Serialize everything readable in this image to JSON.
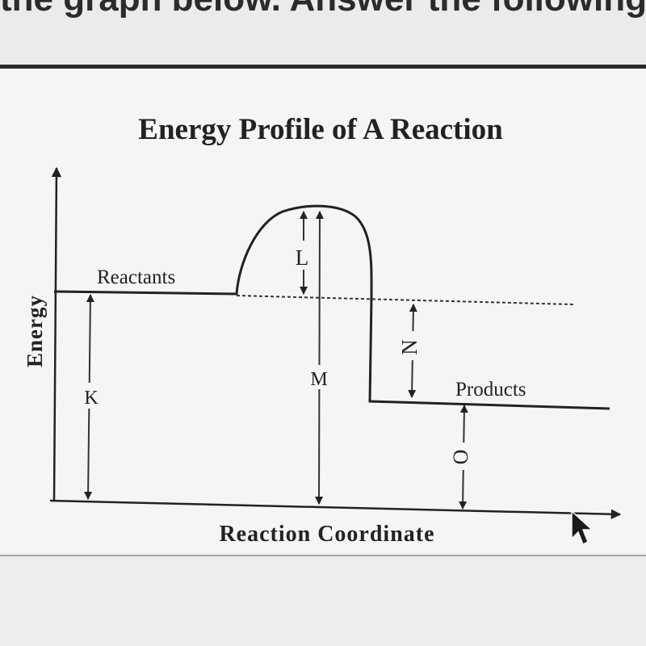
{
  "top_text": "the graph below. Answer the following",
  "title": "Energy Profile of A Reaction",
  "axes": {
    "y_label": "Energy",
    "x_label": "Reaction Coordinate"
  },
  "labels": {
    "reactants": "Reactants",
    "products": "Products",
    "K": "K",
    "L": "L",
    "M": "M",
    "N": "N",
    "O": "O"
  }
}
